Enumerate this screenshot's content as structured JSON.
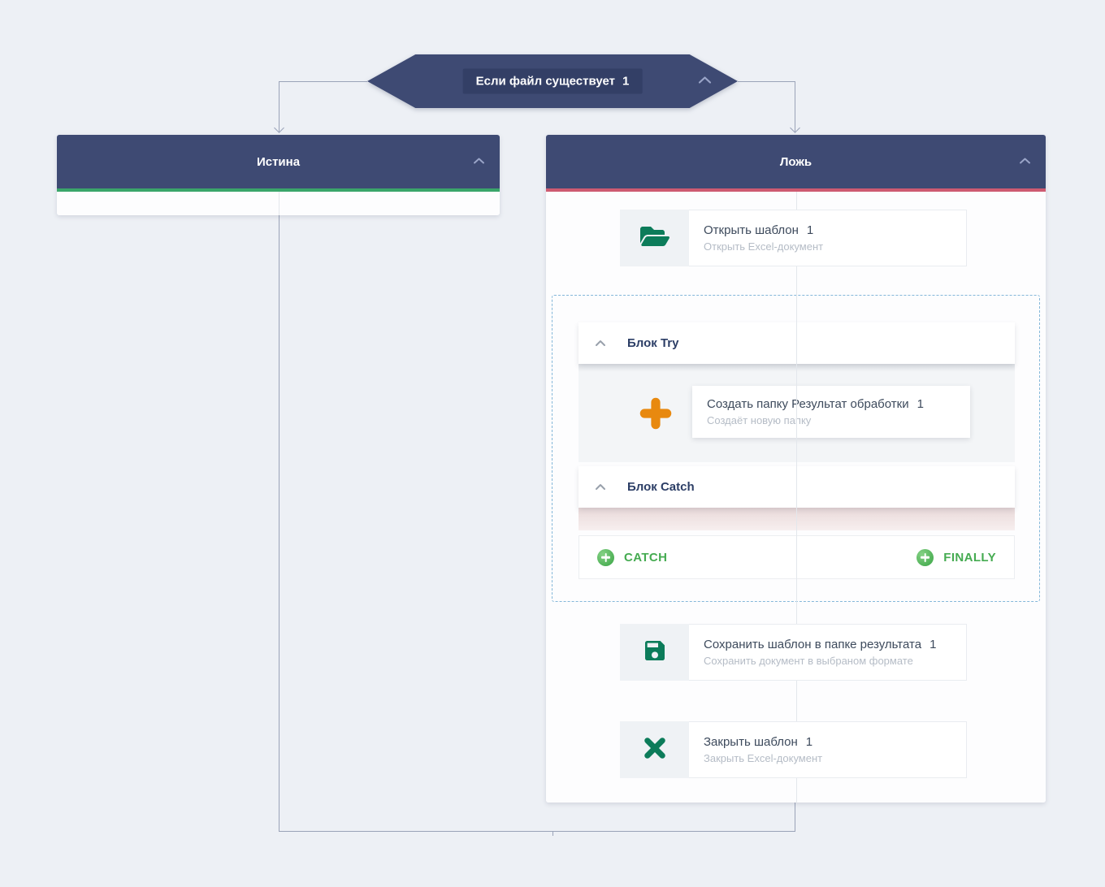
{
  "node": {
    "label": "Если файл существует",
    "number": "1"
  },
  "branch_true": {
    "label": "Истина"
  },
  "branch_false": {
    "label": "Ложь"
  },
  "steps": {
    "open": {
      "title": "Открыть шаблон",
      "number": "1",
      "subtitle": "Открыть Excel-документ"
    },
    "create_folder": {
      "title": "Создать папку Результат обработки",
      "number": "1",
      "subtitle": "Создаёт новую папку"
    },
    "save": {
      "title": "Сохранить шаблон в папке результата",
      "number": "1",
      "subtitle": "Сохранить документ в выбраном формате"
    },
    "close": {
      "title": "Закрыть шаблон",
      "number": "1",
      "subtitle": "Закрыть Excel-документ"
    }
  },
  "try_catch": {
    "try_header": "Блок Try",
    "catch_header": "Блок Catch",
    "catch_button": "CATCH",
    "finally_button": "FINALLY"
  },
  "icons": {
    "if_node_collapse": "chevron-up-icon",
    "branch_collapse": "chevron-up-icon",
    "open_step": "folder-open-icon",
    "create_folder_step": "plus-icon",
    "save_step": "save-floppy-icon",
    "close_step": "close-x-icon",
    "catch_add": "circle-plus-icon",
    "finally_add": "circle-plus-icon"
  },
  "colors": {
    "canvas_bg": "#edf0f5",
    "node_navy": "#3e4a73",
    "node_label_bg": "#333f66",
    "true_accent": "#3aa56a",
    "false_accent": "#ce5a71",
    "action_icon_green": "#0c7c5a",
    "plus_orange": "#e8890f",
    "catch_finally_green": "#45ab51",
    "dashed_border_blue": "#84b7d9",
    "connector_gray": "#9aa3b8"
  }
}
